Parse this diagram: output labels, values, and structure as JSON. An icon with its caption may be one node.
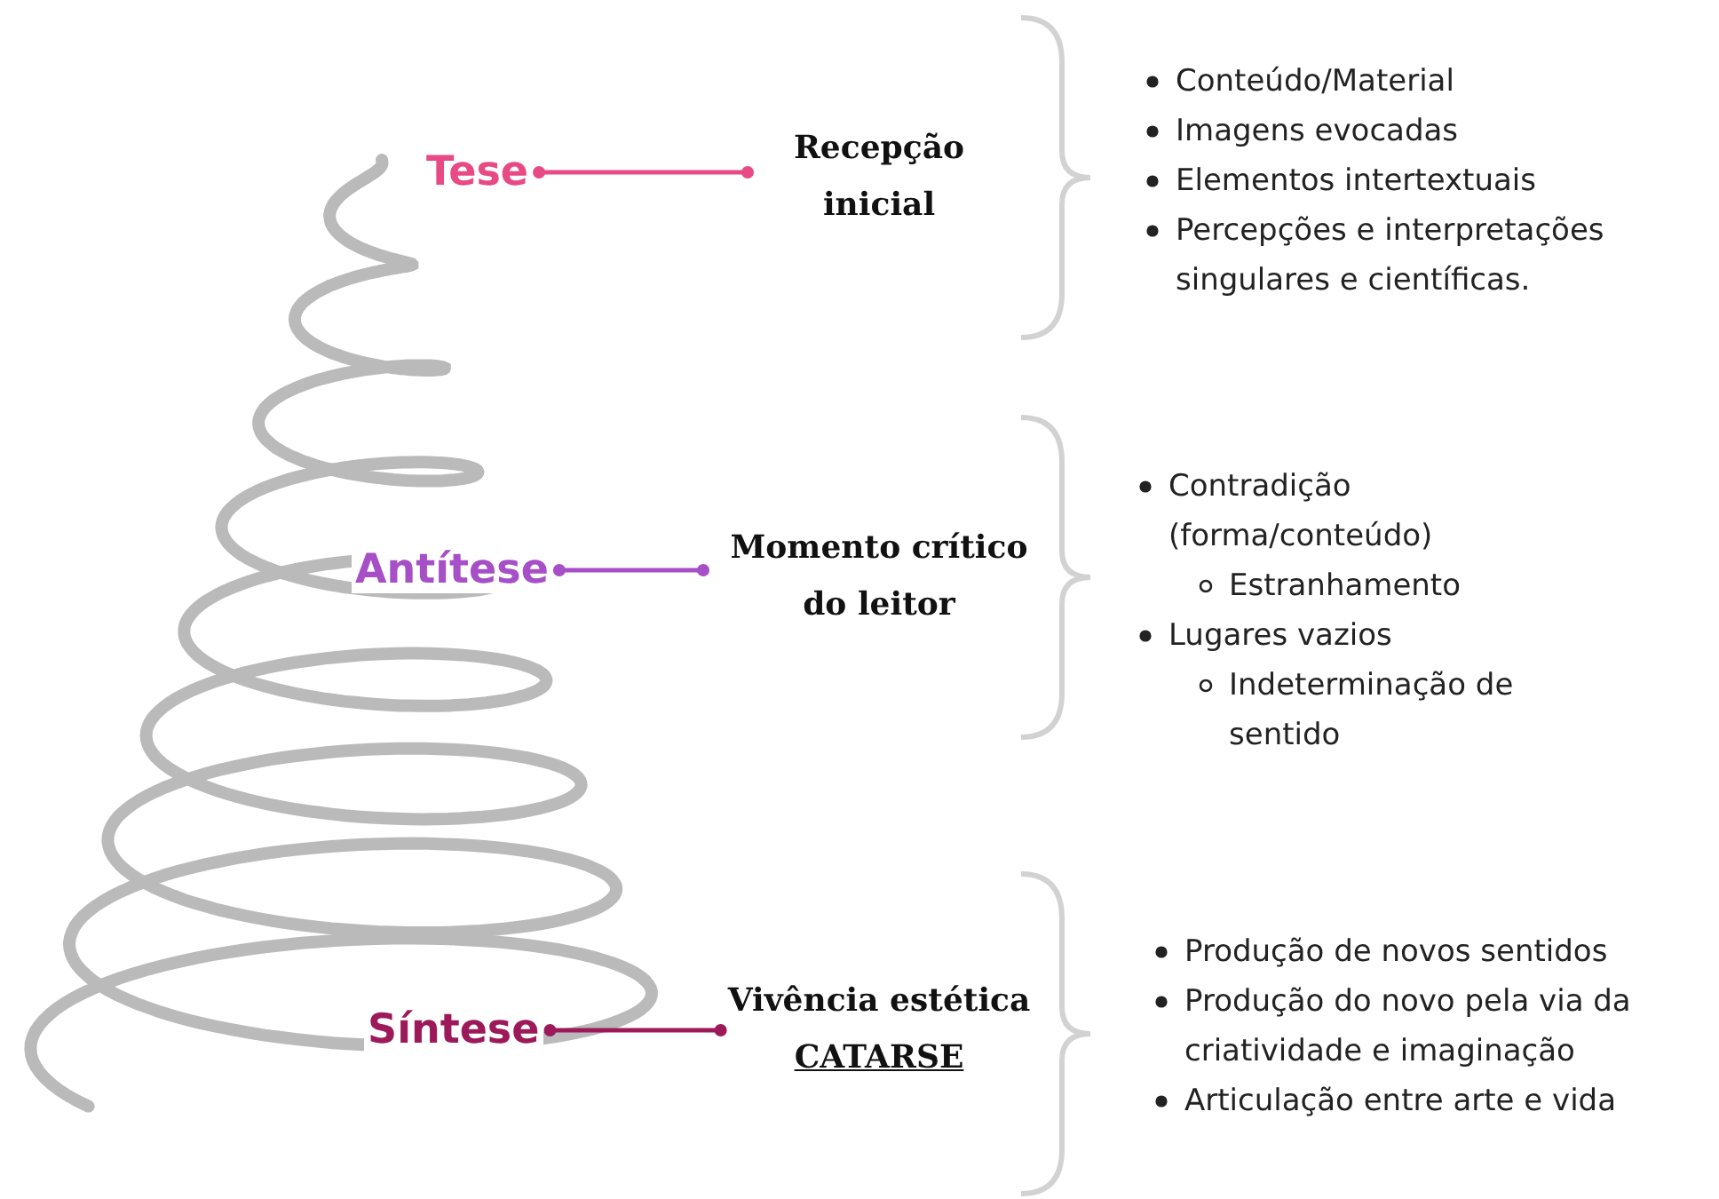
{
  "diagram": {
    "nodes": [
      {
        "text": [
          "Tese"
        ]
      },
      {
        "text": [
          "Recepção inicial"
        ]
      },
      {
        "text": [
          "Antítese"
        ]
      },
      {
        "text": [
          "Momento crítico do leitor"
        ]
      },
      {
        "text": [
          "Síntese"
        ]
      },
      {
        "text": [
          "Vivência estética",
          "CATARSE"
        ]
      }
    ],
    "edges": [
      {
        "from": 0,
        "to": 1,
        "arrow": "other",
        "color": "#e84a86"
      },
      {
        "from": 2,
        "to": 3,
        "arrow": "other",
        "color": "#a64fc7"
      },
      {
        "from": 4,
        "to": 5,
        "arrow": "other",
        "color": "#9c1a5a"
      }
    ],
    "labels": [
      "Conteúdo/Material",
      "Imagens evocadas",
      "Elementos intertextuais",
      "Percepções e interpretações singulares e científicas.",
      "Contradição (forma/conteúdo)",
      "Estranhamento",
      "Lugares vazios",
      "Indeterminação de sentido",
      "Produção de novos sentidos",
      "Produção do novo pela via da criatividade e imaginação",
      "Articulação entre arte e vida"
    ]
  }
}
